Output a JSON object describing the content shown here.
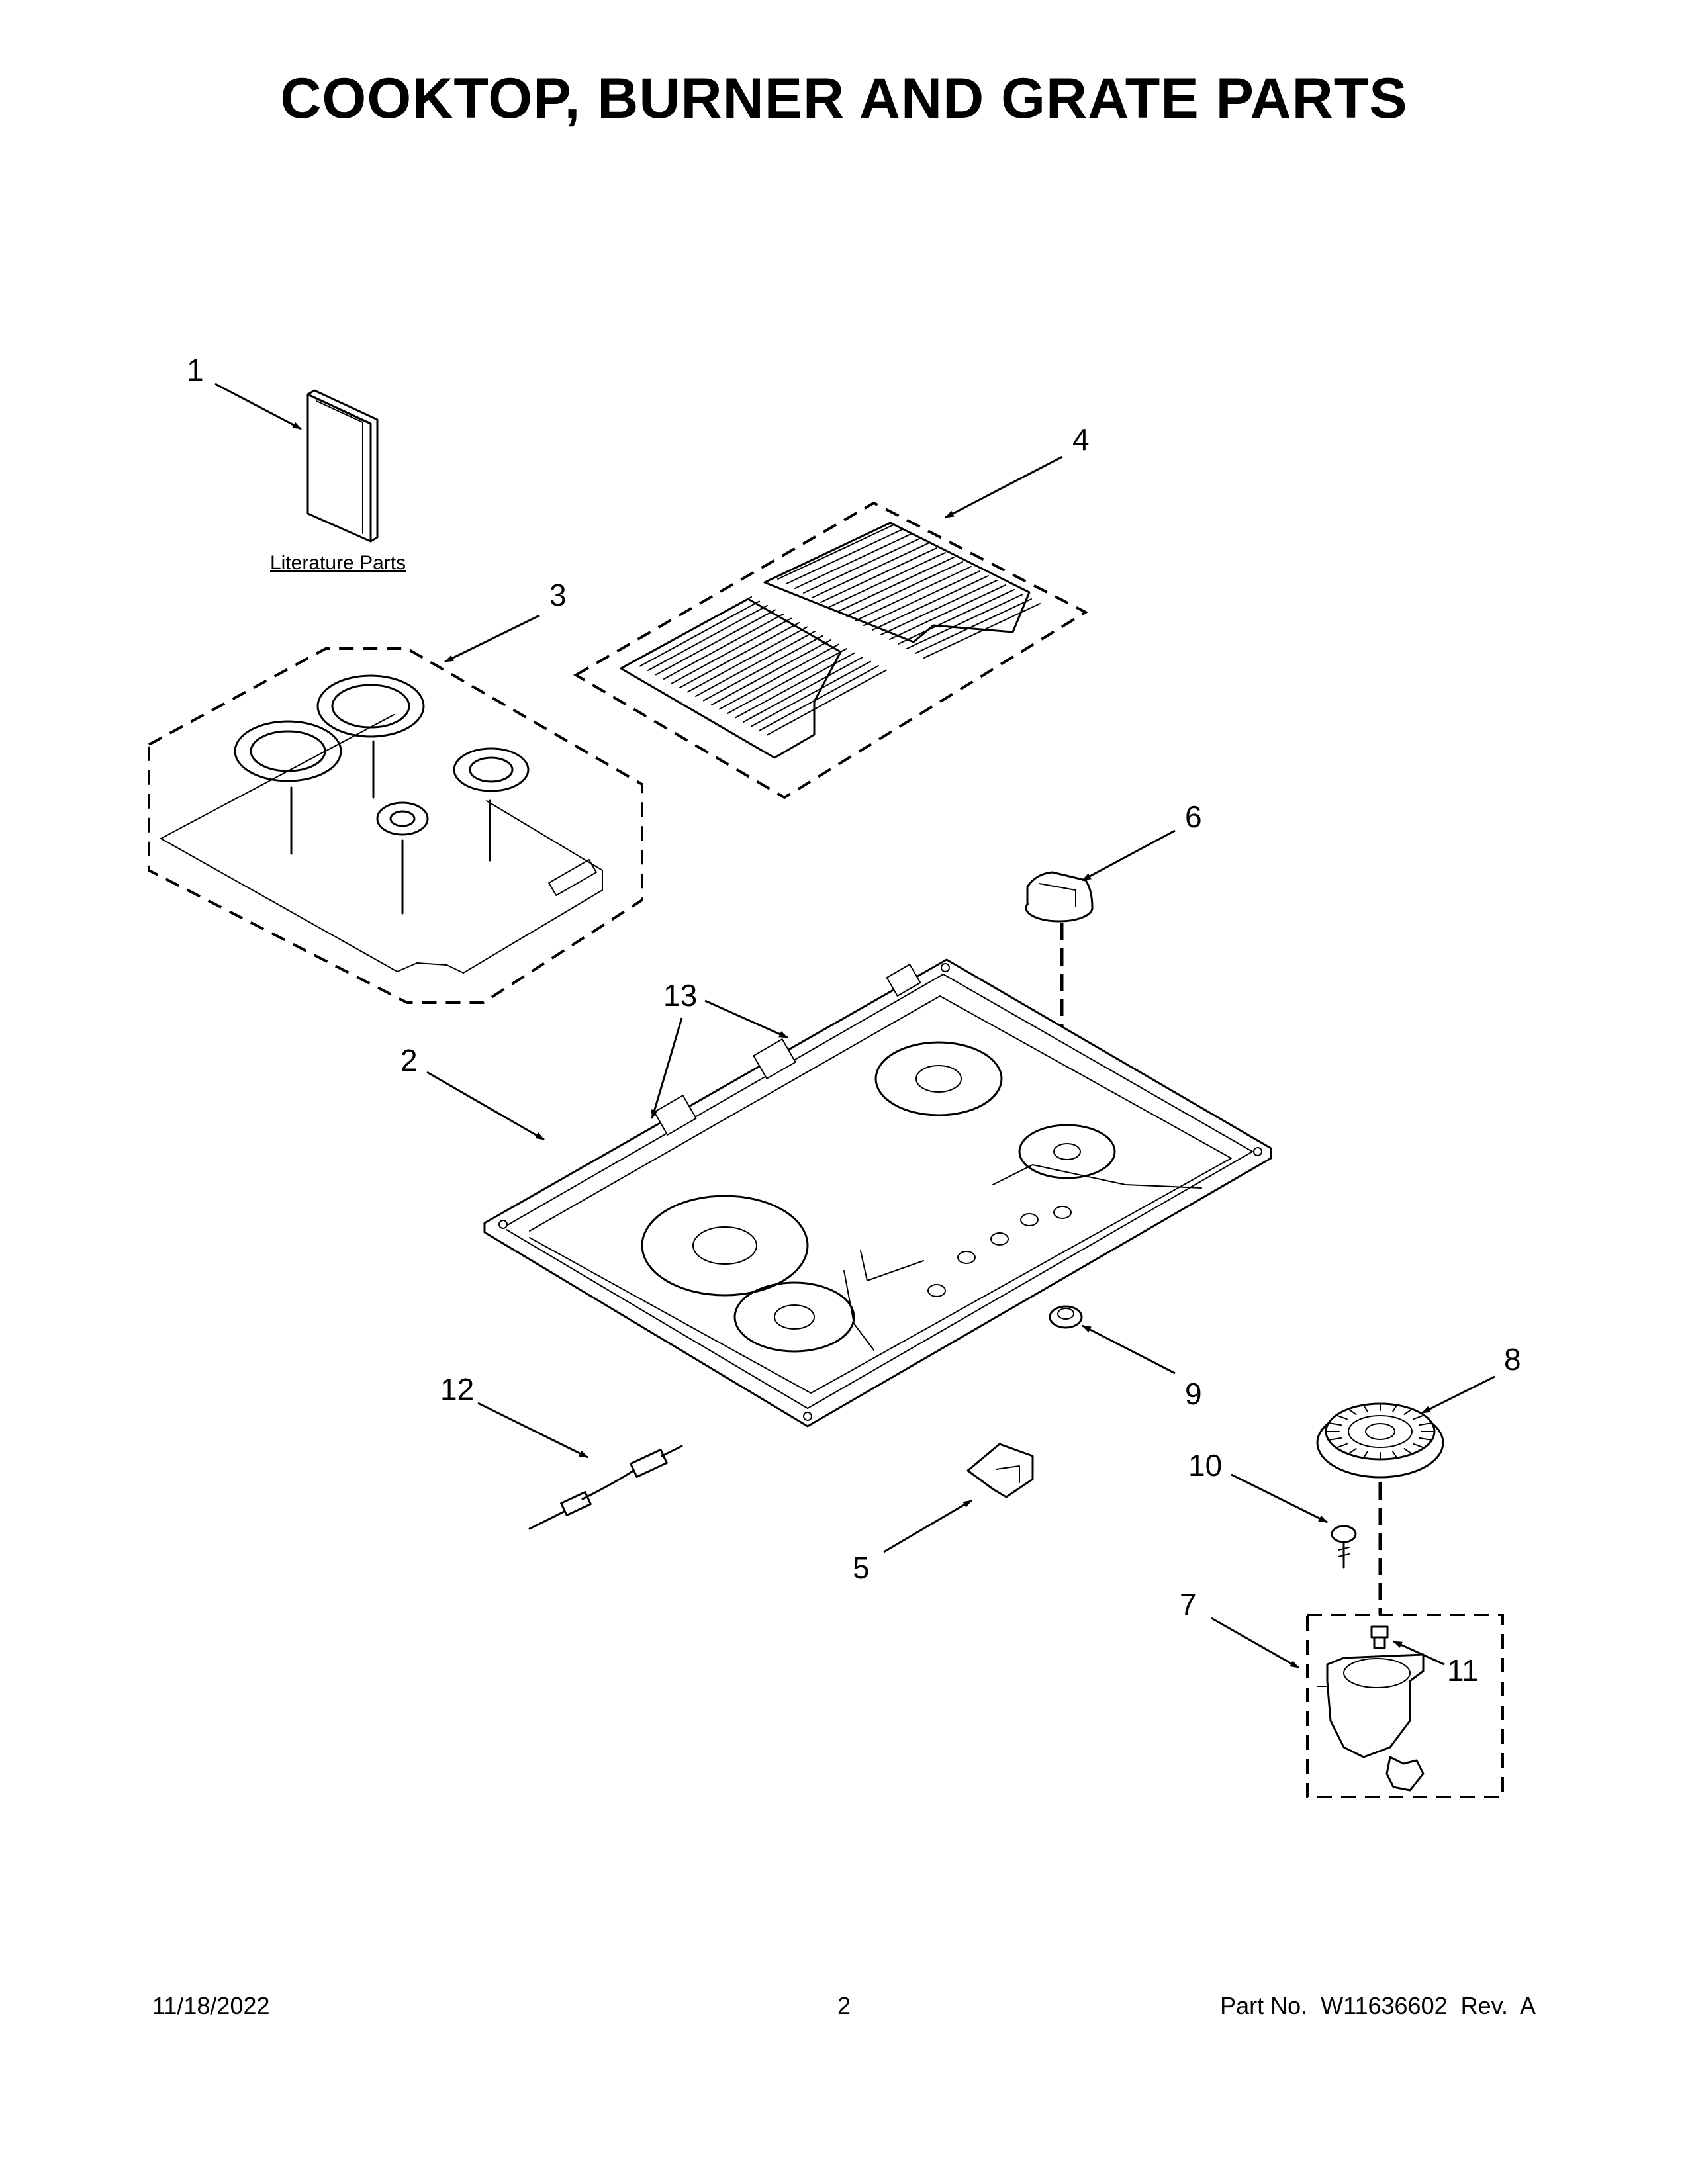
{
  "title": "COOKTOP, BURNER AND GRATE PARTS",
  "literature_label": "Literature Parts",
  "callouts": {
    "c1": "1",
    "c2": "2",
    "c3": "3",
    "c4": "4",
    "c5": "5",
    "c6": "6",
    "c7": "7",
    "c8": "8",
    "c9": "9",
    "c10": "10",
    "c11": "11",
    "c12": "12",
    "c13": "13"
  },
  "footer": {
    "date": "11/18/2022",
    "page": "2",
    "part": "Part No.  W11636602  Rev.  A"
  }
}
